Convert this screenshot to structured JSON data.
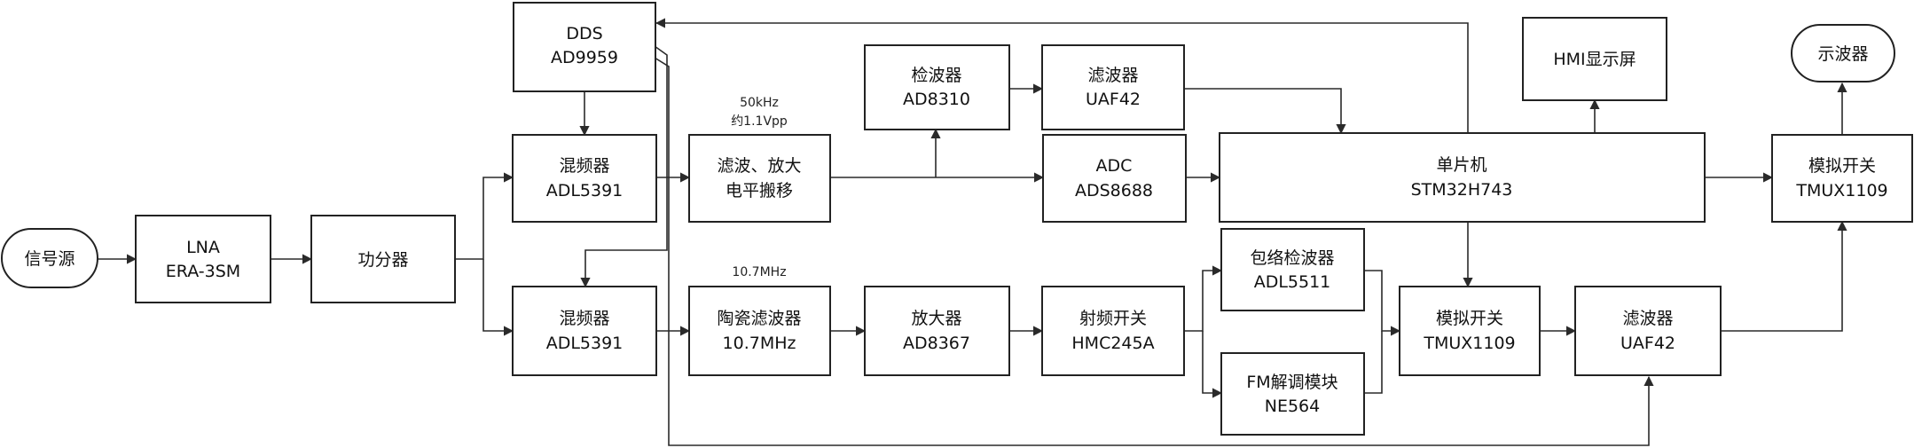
{
  "blocks": {
    "source": {
      "line1": "信号源"
    },
    "lna": {
      "line1": "LNA",
      "line2": "ERA-3SM"
    },
    "splitter": {
      "line1": "功分器"
    },
    "dds": {
      "line1": "DDS",
      "line2": "AD9959"
    },
    "mixer1": {
      "line1": "混频器",
      "line2": "ADL5391"
    },
    "mixer2": {
      "line1": "混频器",
      "line2": "ADL5391"
    },
    "filt_amp": {
      "line1": "滤波、放大",
      "line2": "电平搬移"
    },
    "ceramic": {
      "line1": "陶瓷滤波器",
      "line2": "10.7MHz"
    },
    "detector": {
      "line1": "检波器",
      "line2": "AD8310"
    },
    "filter_top": {
      "line1": "滤波器",
      "line2": "UAF42"
    },
    "adc": {
      "line1": "ADC",
      "line2": "ADS8688"
    },
    "amp": {
      "line1": "放大器",
      "line2": "AD8367"
    },
    "rfswitch": {
      "line1": "射频开关",
      "line2": "HMC245A"
    },
    "envelope": {
      "line1": "包络检波器",
      "line2": "ADL5511"
    },
    "fm": {
      "line1": "FM解调模块",
      "line2": "NE564"
    },
    "mcu": {
      "line1": "单片机",
      "line2": "STM32H743"
    },
    "hmi": {
      "line1": "HMI显示屏"
    },
    "scope": {
      "line1": "示波器"
    },
    "mux_top": {
      "line1": "模拟开关",
      "line2": "TMUX1109"
    },
    "mux_mid": {
      "line1": "模拟开关",
      "line2": "TMUX1109"
    },
    "filter_out": {
      "line1": "滤波器",
      "line2": "UAF42"
    }
  },
  "annotations": {
    "if_freq_top": "50kHz",
    "if_level_top": "约1.1Vpp",
    "if_freq_bottom": "10.7MHz"
  }
}
